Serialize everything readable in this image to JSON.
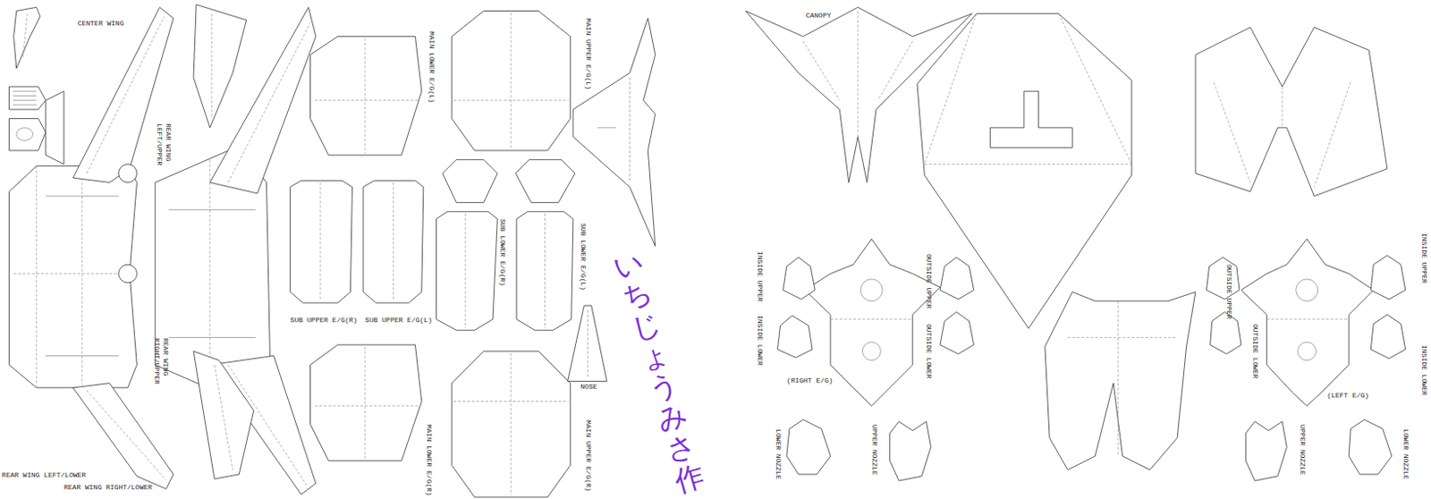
{
  "diagram": {
    "labels": [
      "CENTER WING",
      "REAR WING LEFT/UPPER",
      "MAIN LOWER E/G(L)",
      "MAIN UPPER E/G(L)",
      "REAR WING RIGHT/UPPER",
      "SUB UPPER E/G(R)",
      "SUB UPPER E/G(L)",
      "SUB LOWER E/G(R)",
      "SUB LOWER E/G(L)",
      "NOSE",
      "MAIN LOWER E/G(R)",
      "MAIN UPPER E/G(R)",
      "REAR WING LEFT/LOWER",
      "REAR WING RIGHT/LOWER",
      "いちじょうみさ作",
      "CANOPY",
      "INSIDE UPPER",
      "INSIDE LOWER",
      "(RIGHT E/G)",
      "OUTSIDE UPPER",
      "OUTSIDE LOWER",
      "LOWER NOZZLE",
      "UPPER NOZZLE",
      "OUTSIDE UPPER",
      "OUTSIDE LOWER",
      "INSIDE UPPER",
      "INSIDE LOWER",
      "(LEFT E/G)",
      "UPPER NOZZLE",
      "LOWER NOZZLE"
    ]
  }
}
